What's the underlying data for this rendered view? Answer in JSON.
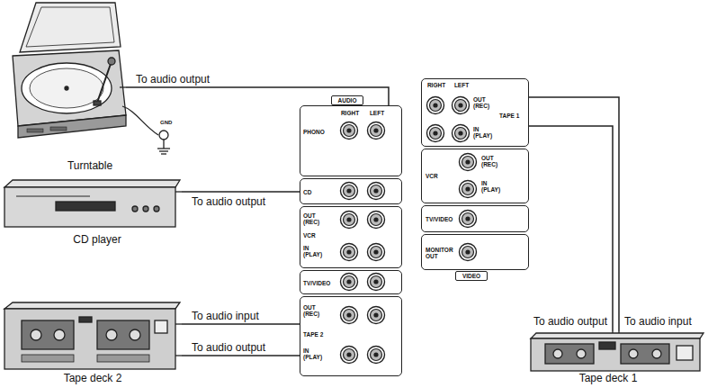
{
  "diagram": {
    "nodes": [
      {
        "text": [
          "Turntable"
        ]
      },
      {
        "text": [
          "CD player"
        ]
      },
      {
        "text": [
          "Tape deck 2"
        ]
      },
      {
        "text": [
          "AUDIO"
        ]
      },
      {
        "text": [
          "RIGHT",
          "LEFT",
          "PHONO"
        ],
        "in": 3
      },
      {
        "text": [
          "CD"
        ],
        "in": 3
      },
      {
        "text": [
          "OUT (REC)",
          "VCR",
          "IN (PLAY)"
        ],
        "in": 3
      },
      {
        "text": [
          "TV/VIDEO"
        ],
        "in": 3
      },
      {
        "text": [
          "OUT (REC)",
          "TAPE 2",
          "IN (PLAY)"
        ],
        "in": 3
      },
      {
        "text": [
          "VIDEO"
        ]
      },
      {
        "text": [
          "RIGHT",
          "LEFT",
          "OUT (REC)",
          "TAPE 1",
          "IN (PLAY)"
        ],
        "in": 9
      },
      {
        "text": [
          "VCR",
          "OUT (REC)",
          "IN (PLAY)"
        ],
        "in": 9
      },
      {
        "text": [
          "TV/VIDEO"
        ],
        "in": 9
      },
      {
        "text": [
          "MONITOR OUT"
        ],
        "in": 9
      },
      {
        "text": [
          "Tape deck 1"
        ]
      }
    ],
    "edges": [
      {
        "from": 0,
        "to": 4,
        "label": "To audio output",
        "arrow": "none"
      },
      {
        "from": 1,
        "to": 5,
        "label": "To audio output",
        "arrow": "none"
      },
      {
        "from": 2,
        "to": 8,
        "label": "To audio input",
        "arrow": "none"
      },
      {
        "from": 2,
        "to": 8,
        "label": "To audio output",
        "arrow": "none"
      },
      {
        "from": 14,
        "to": 10,
        "label": "To audio output",
        "arrow": "none"
      },
      {
        "from": 14,
        "to": 10,
        "label": "To audio input",
        "arrow": "none"
      }
    ],
    "labels": [
      "GND"
    ]
  }
}
